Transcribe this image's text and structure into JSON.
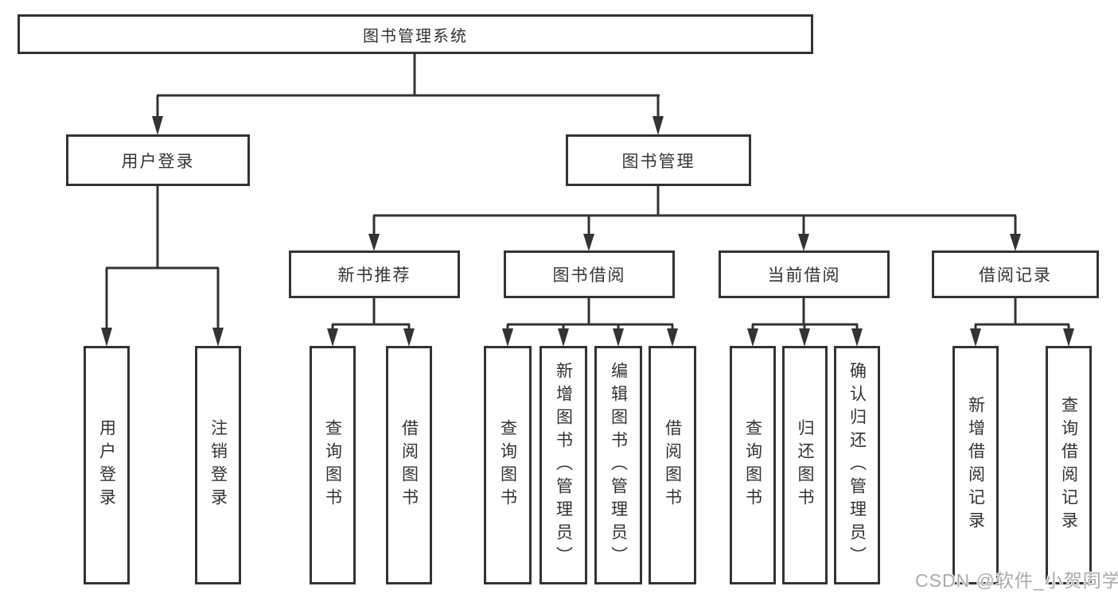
{
  "tree": {
    "root": "图书管理系统",
    "user_login": {
      "label": "用户登录",
      "children": [
        "用户登录",
        "注销登录"
      ]
    },
    "book_mgmt": {
      "label": "图书管理",
      "sections": [
        {
          "label": "新书推荐",
          "children": [
            "查询图书",
            "借阅图书"
          ]
        },
        {
          "label": "图书借阅",
          "children": [
            "查询图书",
            "新增图书（管理员）",
            "编辑图书（管理员）",
            "借阅图书"
          ]
        },
        {
          "label": "当前借阅",
          "children": [
            "查询图书",
            "归还图书",
            "确认归还（管理员）"
          ]
        },
        {
          "label": "借阅记录",
          "children": [
            "新增借阅记录",
            "查询借阅记录"
          ]
        }
      ]
    }
  },
  "watermark": "CSDN @软件_小贺同学",
  "colors": {
    "line": "#333333",
    "text": "#333333",
    "watermark": "#ababab",
    "background": "#ffffff"
  }
}
